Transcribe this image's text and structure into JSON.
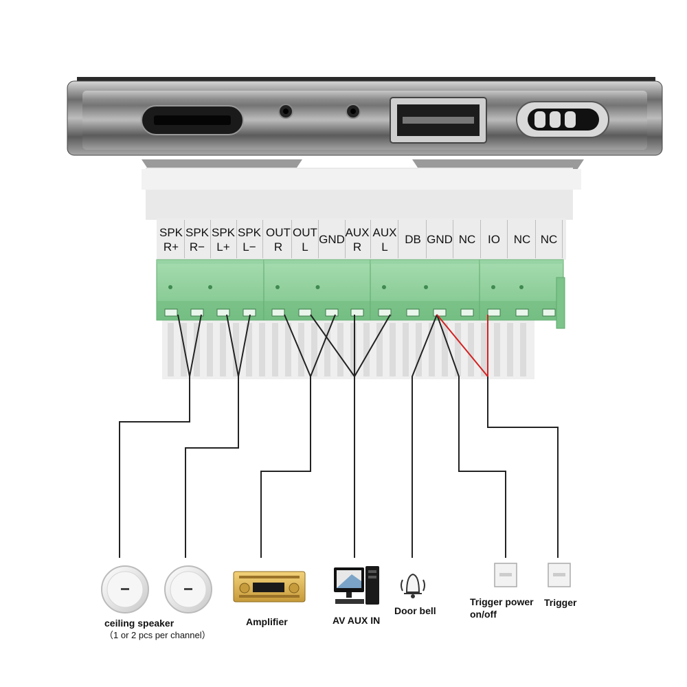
{
  "terminals": [
    {
      "id": "spk-r-plus",
      "line1": "SPK",
      "line2": "R+"
    },
    {
      "id": "spk-r-minus",
      "line1": "SPK",
      "line2": "R−"
    },
    {
      "id": "spk-l-plus",
      "line1": "SPK",
      "line2": "L+"
    },
    {
      "id": "spk-l-minus",
      "line1": "SPK",
      "line2": "L−"
    },
    {
      "id": "out-r",
      "line1": "OUT",
      "line2": "R"
    },
    {
      "id": "out-l",
      "line1": "OUT",
      "line2": "L"
    },
    {
      "id": "gnd-1",
      "line1": "GND",
      "line2": ""
    },
    {
      "id": "aux-r",
      "line1": "AUX",
      "line2": "R"
    },
    {
      "id": "aux-l",
      "line1": "AUX",
      "line2": "L"
    },
    {
      "id": "db",
      "line1": "DB",
      "line2": ""
    },
    {
      "id": "gnd-2",
      "line1": "GND",
      "line2": ""
    },
    {
      "id": "nc-1",
      "line1": "NC",
      "line2": ""
    },
    {
      "id": "io",
      "line1": "IO",
      "line2": ""
    },
    {
      "id": "nc-2",
      "line1": "NC",
      "line2": ""
    },
    {
      "id": "nc-3",
      "line1": "NC",
      "line2": ""
    }
  ],
  "devices": {
    "speaker_caption_line1": "ceiling speaker",
    "speaker_caption_line2": "（1 or 2 pcs per channel）",
    "amplifier_caption": "Amplifier",
    "av_aux_caption": "AV AUX IN",
    "doorbell_caption": "Door bell",
    "trigger_power_caption_line1": "Trigger power",
    "trigger_power_caption_line2": "on/off",
    "trigger_caption": "Trigger"
  },
  "colors": {
    "connector_green": "#8fcf9c",
    "trigger_wire": "#d42020",
    "wire": "#222222"
  }
}
